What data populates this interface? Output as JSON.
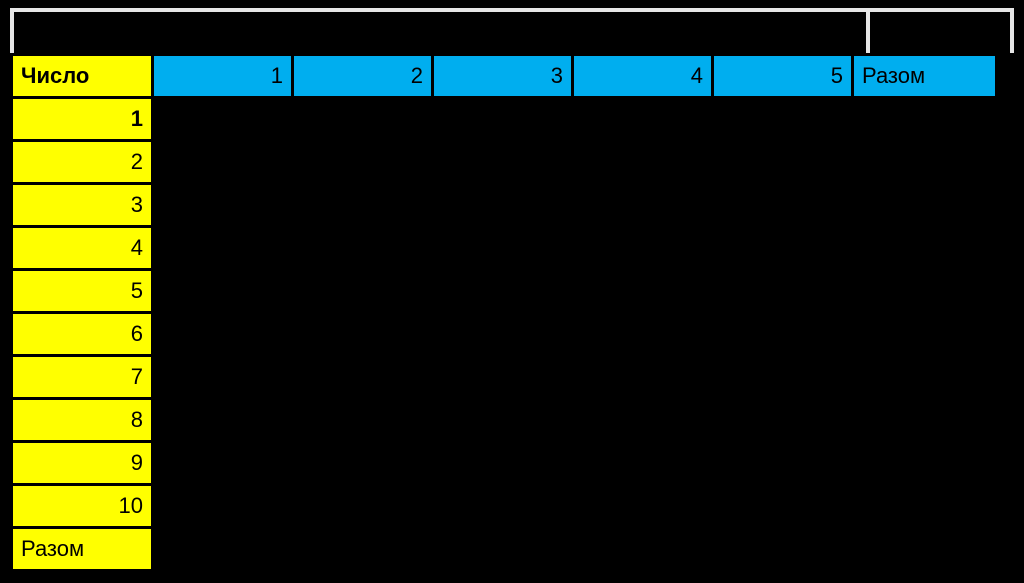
{
  "palette": {
    "background": "#000000",
    "header_fill": "#00AEEF",
    "row_header_fill": "#FFFF00",
    "placeholder_border": "#E6E6E6",
    "text": "#000000",
    "grid_border": "#000000"
  },
  "title_placeholder": {
    "text": ""
  },
  "table": {
    "corner_label": "Число",
    "column_headers": [
      "1",
      "2",
      "3",
      "4",
      "5"
    ],
    "column_total_label": "Разом",
    "row_headers": [
      "1",
      "2",
      "3",
      "4",
      "5",
      "6",
      "7",
      "8",
      "9",
      "10"
    ],
    "row_total_label": "Разом",
    "body_cell_value": ""
  }
}
